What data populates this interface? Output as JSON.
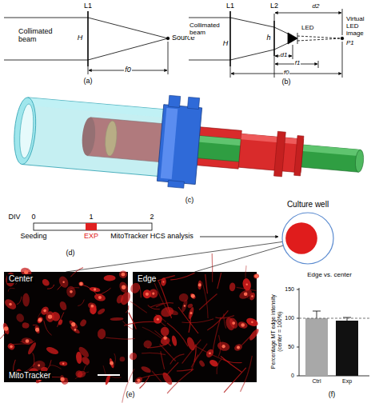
{
  "diagram": {
    "nodes": [
      {
        "text": [
          "Culture well"
        ]
      },
      {
        "text": [
          "Center",
          "MitoTracker"
        ]
      },
      {
        "text": [
          "Edge"
        ]
      }
    ],
    "edges": [
      {
        "from": 0,
        "to": 1,
        "arrow": "none"
      },
      {
        "from": 0,
        "to": 2,
        "arrow": "none"
      }
    ],
    "labels": [
      "L1",
      "H",
      "Collimated beam",
      "Source",
      "f0",
      "(a)",
      "L1",
      "L2",
      "d2",
      "Virtual LED image",
      "H",
      "h",
      "Collimated beam",
      "LED",
      "d1",
      "f1",
      "P1",
      "f0",
      "(b)",
      "(c)",
      "DIV",
      "0",
      "1",
      "2",
      "Seeding",
      "EXP",
      "MitoTracker HCS analysis",
      "(d)",
      "(e)",
      "Edge vs. center",
      "Percentage MT edge intensity (center = 100%)",
      "150",
      "100",
      "50",
      "0",
      "Ctrl",
      "Exp",
      "(f)"
    ]
  }
}
